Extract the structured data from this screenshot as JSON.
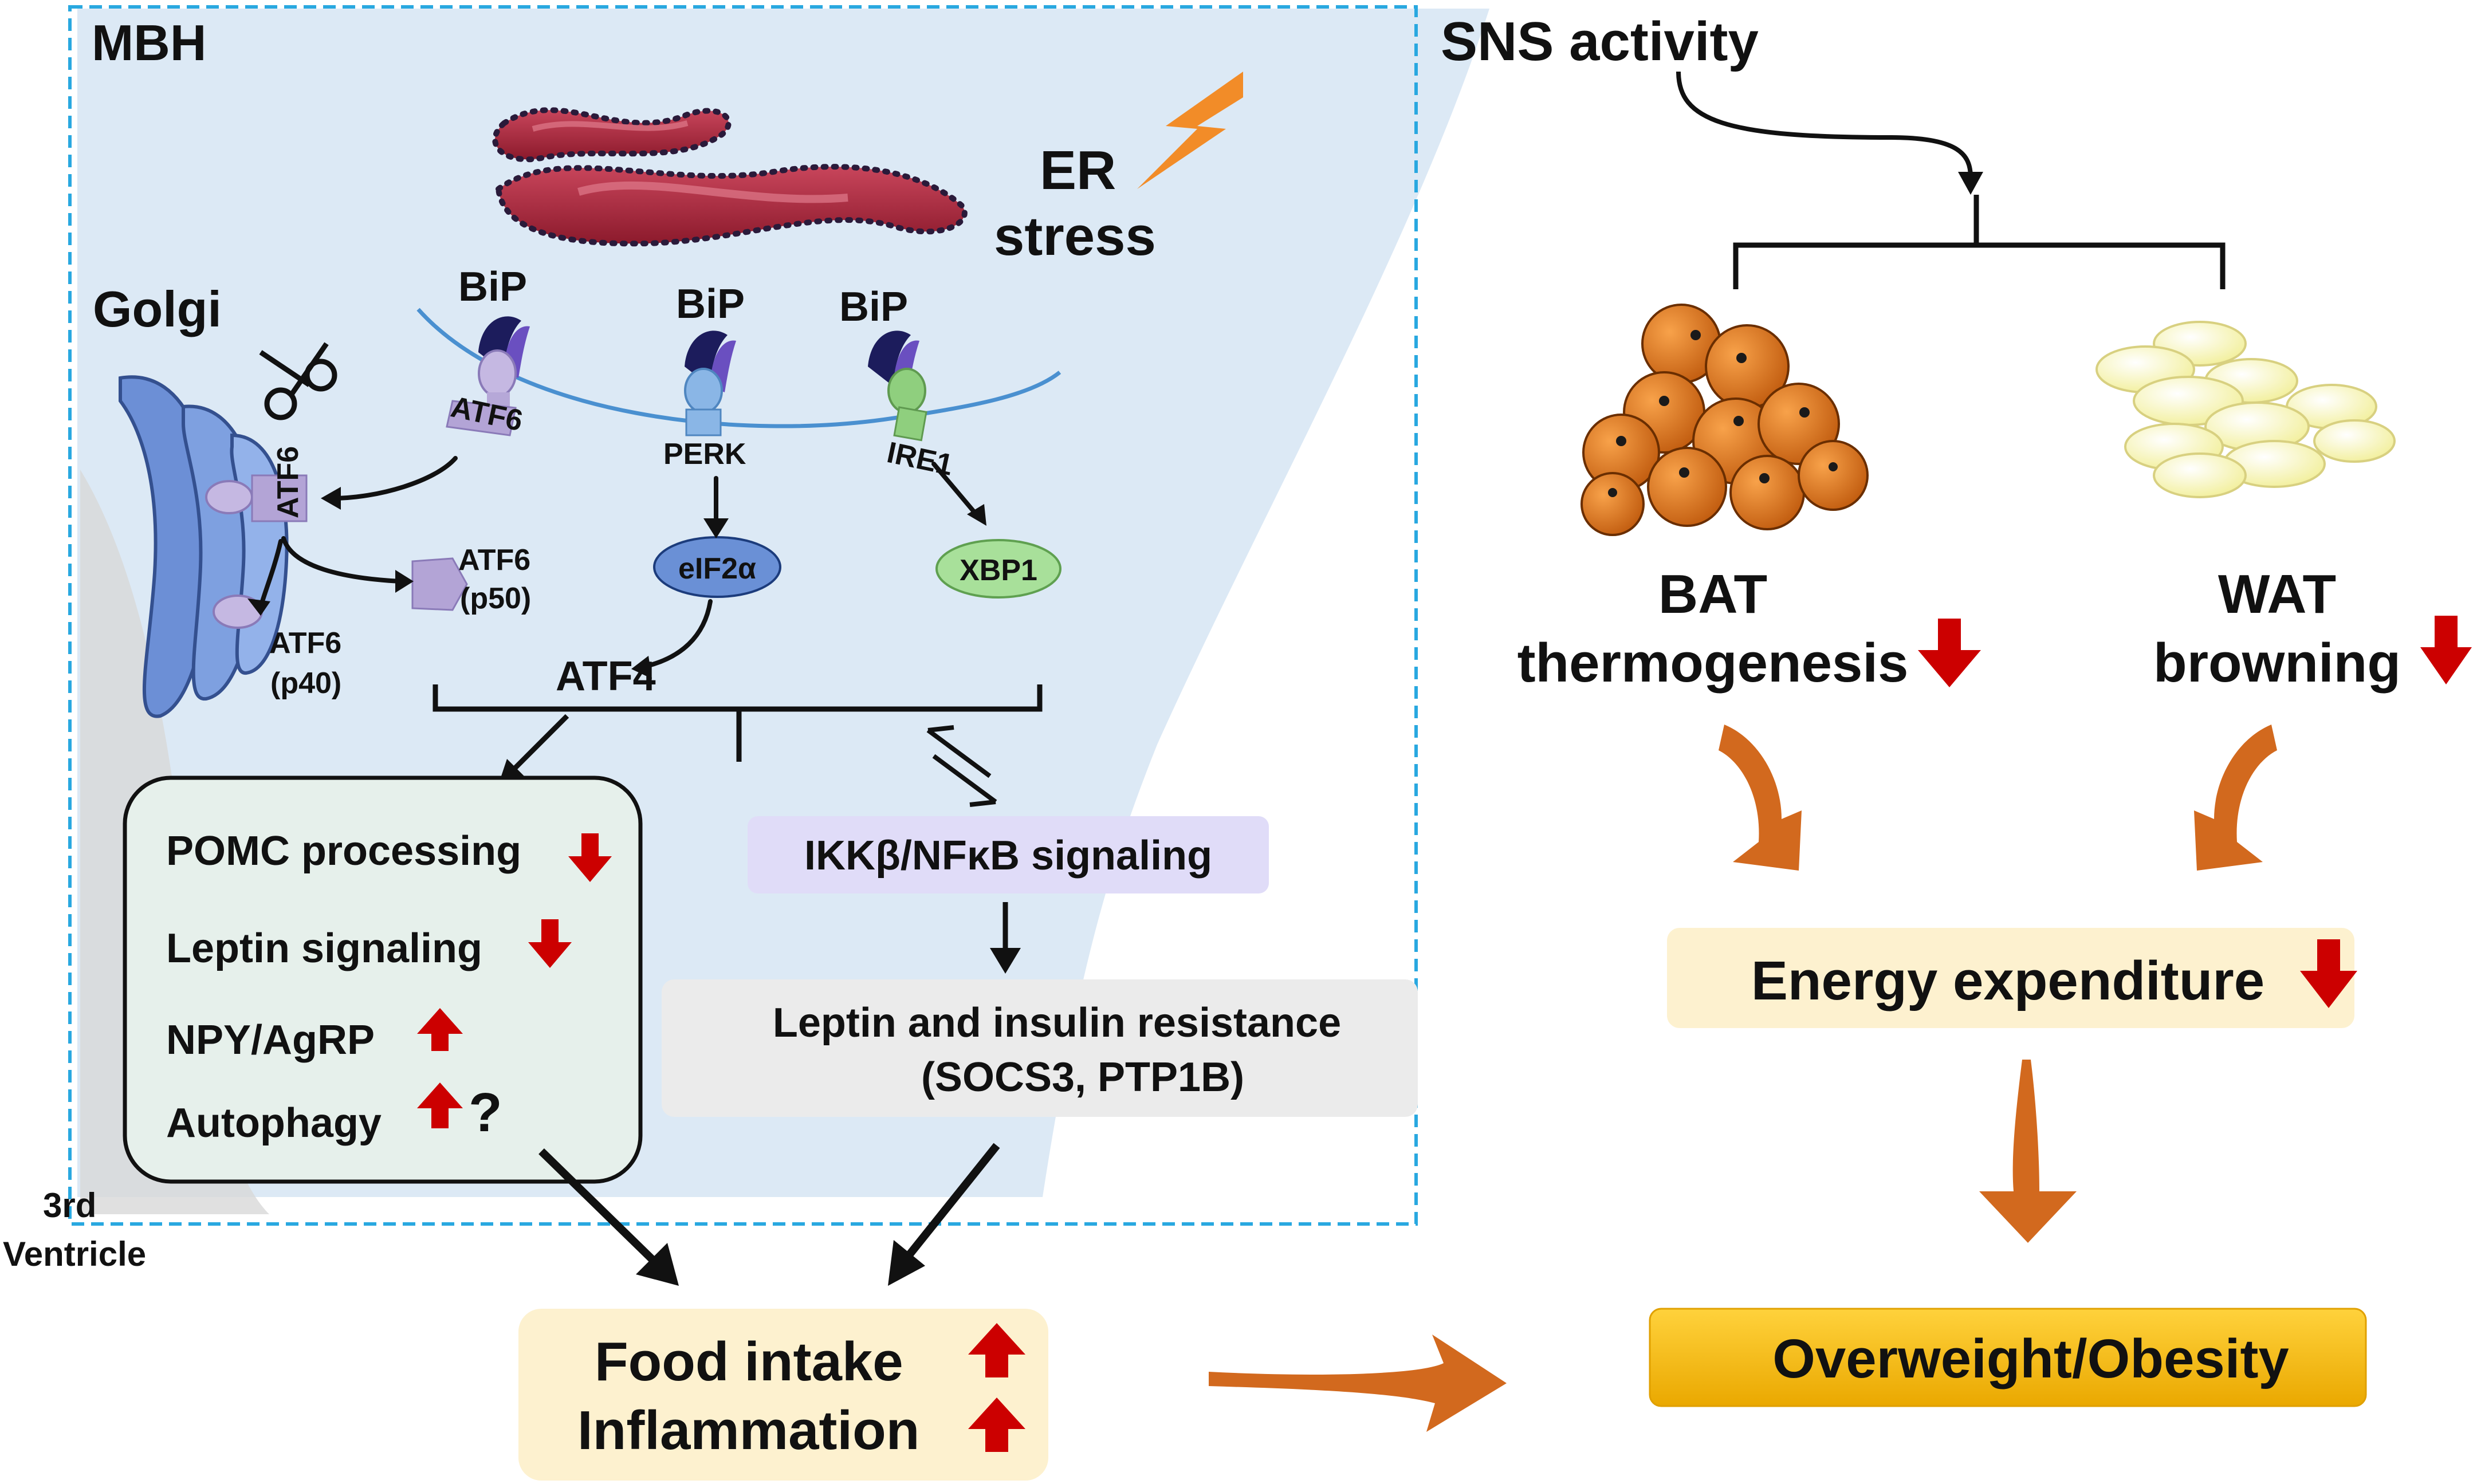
{
  "mbh_label": "MBH",
  "er_stress": {
    "line1": "ER",
    "line2": "stress"
  },
  "golgi_label": "Golgi",
  "bip_labels": [
    "BiP",
    "BiP",
    "BiP"
  ],
  "sensors": {
    "atf6": "ATF6",
    "perk": "PERK",
    "ire1": "IRE1"
  },
  "golgi_atf6": "ATF6",
  "atf6_p50": {
    "line1": "ATF6",
    "line2": "(p50)"
  },
  "atf6_p40": {
    "line1": "ATF6",
    "line2": "(p40)"
  },
  "eif2a": "eIF2α",
  "xbp1": "XBP1",
  "atf4": "ATF4",
  "hypothalamic_effects": [
    {
      "label": "POMC processing",
      "direction": "down"
    },
    {
      "label": "Leptin signaling",
      "direction": "down"
    },
    {
      "label": "NPY/AgRP",
      "direction": "up"
    },
    {
      "label": "Autophagy",
      "direction": "up",
      "note": "?"
    }
  ],
  "ikk_box": "IKKβ/NFκB signaling",
  "resistance_box": {
    "line1": "Leptin and insulin resistance",
    "line2": "(SOCS3, PTP1B)"
  },
  "ventricle_label": {
    "line1": "3rd",
    "line2": "Ventricle"
  },
  "outcome_box": {
    "line1": "Food intake",
    "line2": "Inflammation"
  },
  "sns_label": "SNS activity",
  "bat_label": {
    "line1": "BAT",
    "line2": "thermogenesis"
  },
  "wat_label": {
    "line1": "WAT",
    "line2": "browning"
  },
  "energy_box": "Energy expenditure",
  "obesity_box": "Overweight/Obesity",
  "colors": {
    "up_down_arrow": "#cc0000",
    "orange_arrow": "#d2691e",
    "mbh_border": "#29a8e0",
    "mbh_fill": "#dce9f5",
    "ikk_fill": "#e0dcf8",
    "resistance_fill": "#ebebeb",
    "effects_fill": "#e6f0eb",
    "cream_fill": "#fdf1cf",
    "obesity_fill": "#f5b800"
  }
}
